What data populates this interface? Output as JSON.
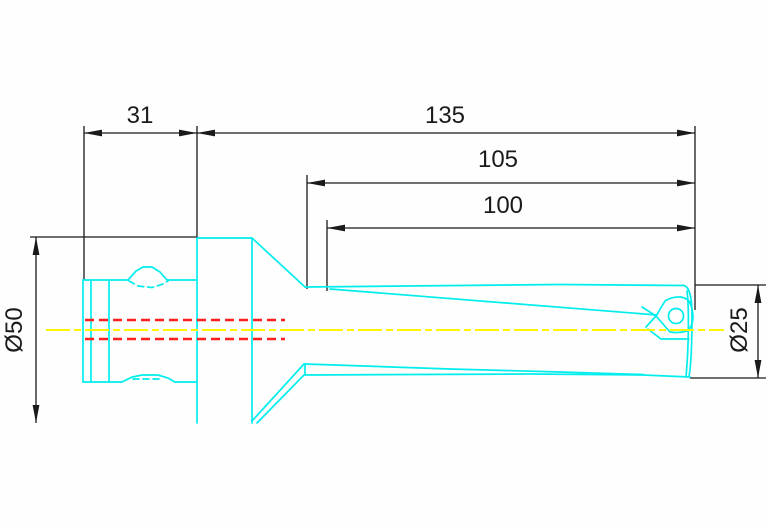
{
  "drawing": {
    "dimensions": {
      "shank_length": "31",
      "overall_length": "135",
      "upper_length": "105",
      "flute_length": "100",
      "shank_diameter": "Ø50",
      "cutting_diameter": "Ø25"
    },
    "colors": {
      "background": "#FDFEFD",
      "part_outline": "#00EDED",
      "centerline": "#FFF500",
      "coolant_hidden": "#FF1F1F",
      "dimension": "#1A1A1A"
    }
  }
}
